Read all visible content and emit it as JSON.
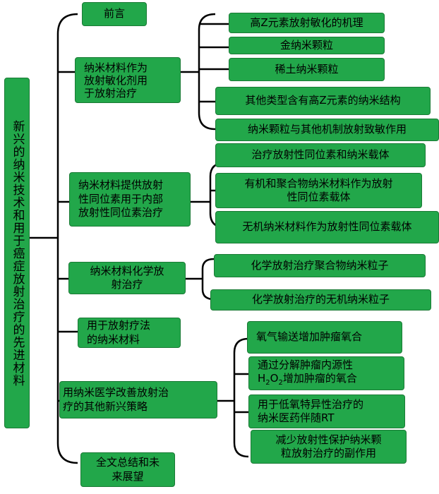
{
  "root": "新兴的纳米技术和用于癌症放射治疗的先进材料",
  "sections": {
    "s1": "前言",
    "s2": "纳米材料作为\n放射敏化剂用\n于放射治疗",
    "s3": "纳米材料提供放射\n性同位素用于内部\n放射性同位素治疗",
    "s4": "纳米材料化学放\n射治疗",
    "s5": "用于放射疗法\n的纳米材料",
    "s6": "用纳米医学改善放射治\n疗的其他新兴策略",
    "s7": "全文总结和未\n来展望"
  },
  "leaves": {
    "a1": "高Z元素放射敏化的机理",
    "a2": "金纳米颗粒",
    "a3": "稀土纳米颗粒",
    "a4": "其他类型含有高Z元素的纳米结构",
    "a5": "纳米颗粒与其他机制放射致敏作用",
    "b1": "治疗放射性同位素和纳米载体",
    "b2": "有机和聚合物纳米材料作为放射\n性同位素载体",
    "b3": "无机纳米材料作为放射性同位素载体",
    "c1": "化学放射治疗聚合物纳米粒子",
    "c2": "化学放射治疗的无机纳米粒子",
    "d1": "氧气输送增加肿瘤氧合",
    "d2_line1": "通过分解肿瘤内源性",
    "d2_line2_pre": "H",
    "d2_sub1": "2",
    "d2_mid": "O",
    "d2_sub2": "2",
    "d2_post": "增加肿瘤的氧合",
    "d3": "用于低氧特异性治疗的\n纳米医药伴随RT",
    "d4": "减少放射性保护纳米颗\n粒放射治疗的副作用"
  },
  "colors": {
    "box_fill": "#22a74a",
    "line": "#000000"
  }
}
